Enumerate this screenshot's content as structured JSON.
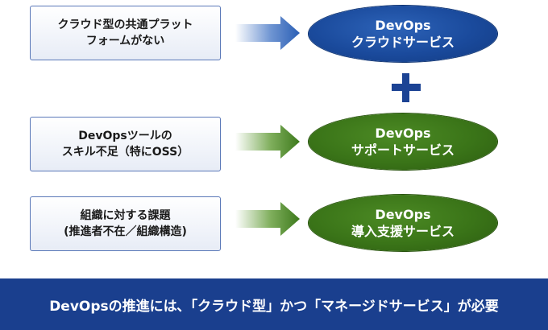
{
  "rows": [
    {
      "problem": "クラウド型の共通プラット\nフォームがない",
      "service": "DevOps\nクラウドサービス",
      "color": "#1a4a9c"
    },
    {
      "problem": "DevOpsツールの\nスキル不足（特にOSS）",
      "service": "DevOps\nサポートサービス",
      "color": "#3a7418"
    },
    {
      "problem": "組織に対する課題\n(推進者不在／組織構造)",
      "service": "DevOps\n導入支援サービス",
      "color": "#3a7418"
    }
  ],
  "footer": "DevOpsの推進には､「クラウド型」かつ「マネージドサービス」が必要"
}
